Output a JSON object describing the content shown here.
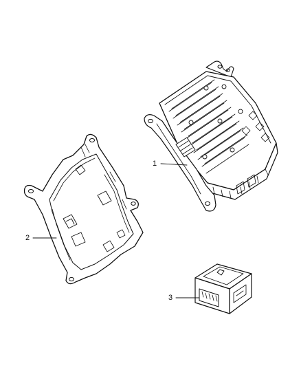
{
  "callouts": [
    {
      "number": "1",
      "part": "amplifier-module"
    },
    {
      "number": "2",
      "part": "mounting-bracket"
    },
    {
      "number": "3",
      "part": "connector-module"
    }
  ]
}
